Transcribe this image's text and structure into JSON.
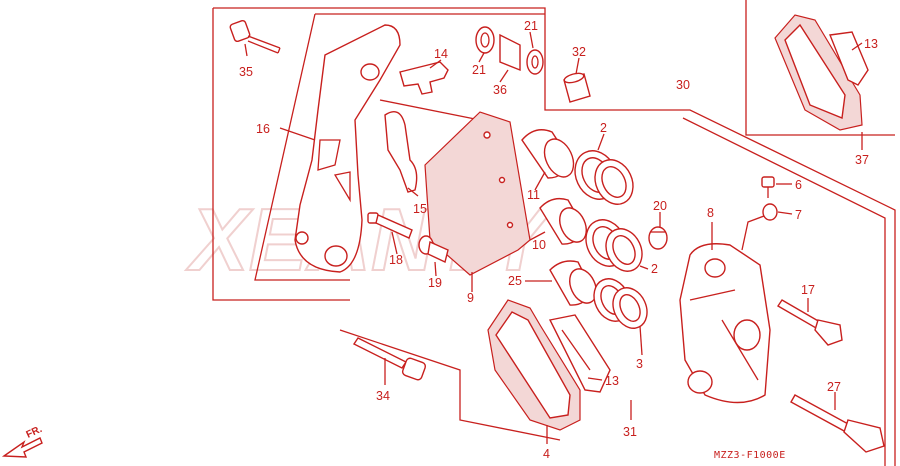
{
  "diagram": {
    "watermark": "XEANTY",
    "diagram_code": "MZZ3-F1000E",
    "direction_label": "FR.",
    "callouts": {
      "c35": "35",
      "c16": "16",
      "c14": "14",
      "c21a": "21",
      "c21b": "21",
      "c36": "36",
      "c32": "32",
      "c30": "30",
      "c13a": "13",
      "c37": "37",
      "c2a": "2",
      "c11": "11",
      "c15": "15",
      "c20": "20",
      "c8": "8",
      "c6": "6",
      "c7": "7",
      "c18": "18",
      "c10": "10",
      "c19": "19",
      "c25": "25",
      "c2b": "2",
      "c9": "9",
      "c17": "17",
      "c3": "3",
      "c13b": "13",
      "c34": "34",
      "c27": "27",
      "c31": "31",
      "c4": "4"
    }
  }
}
